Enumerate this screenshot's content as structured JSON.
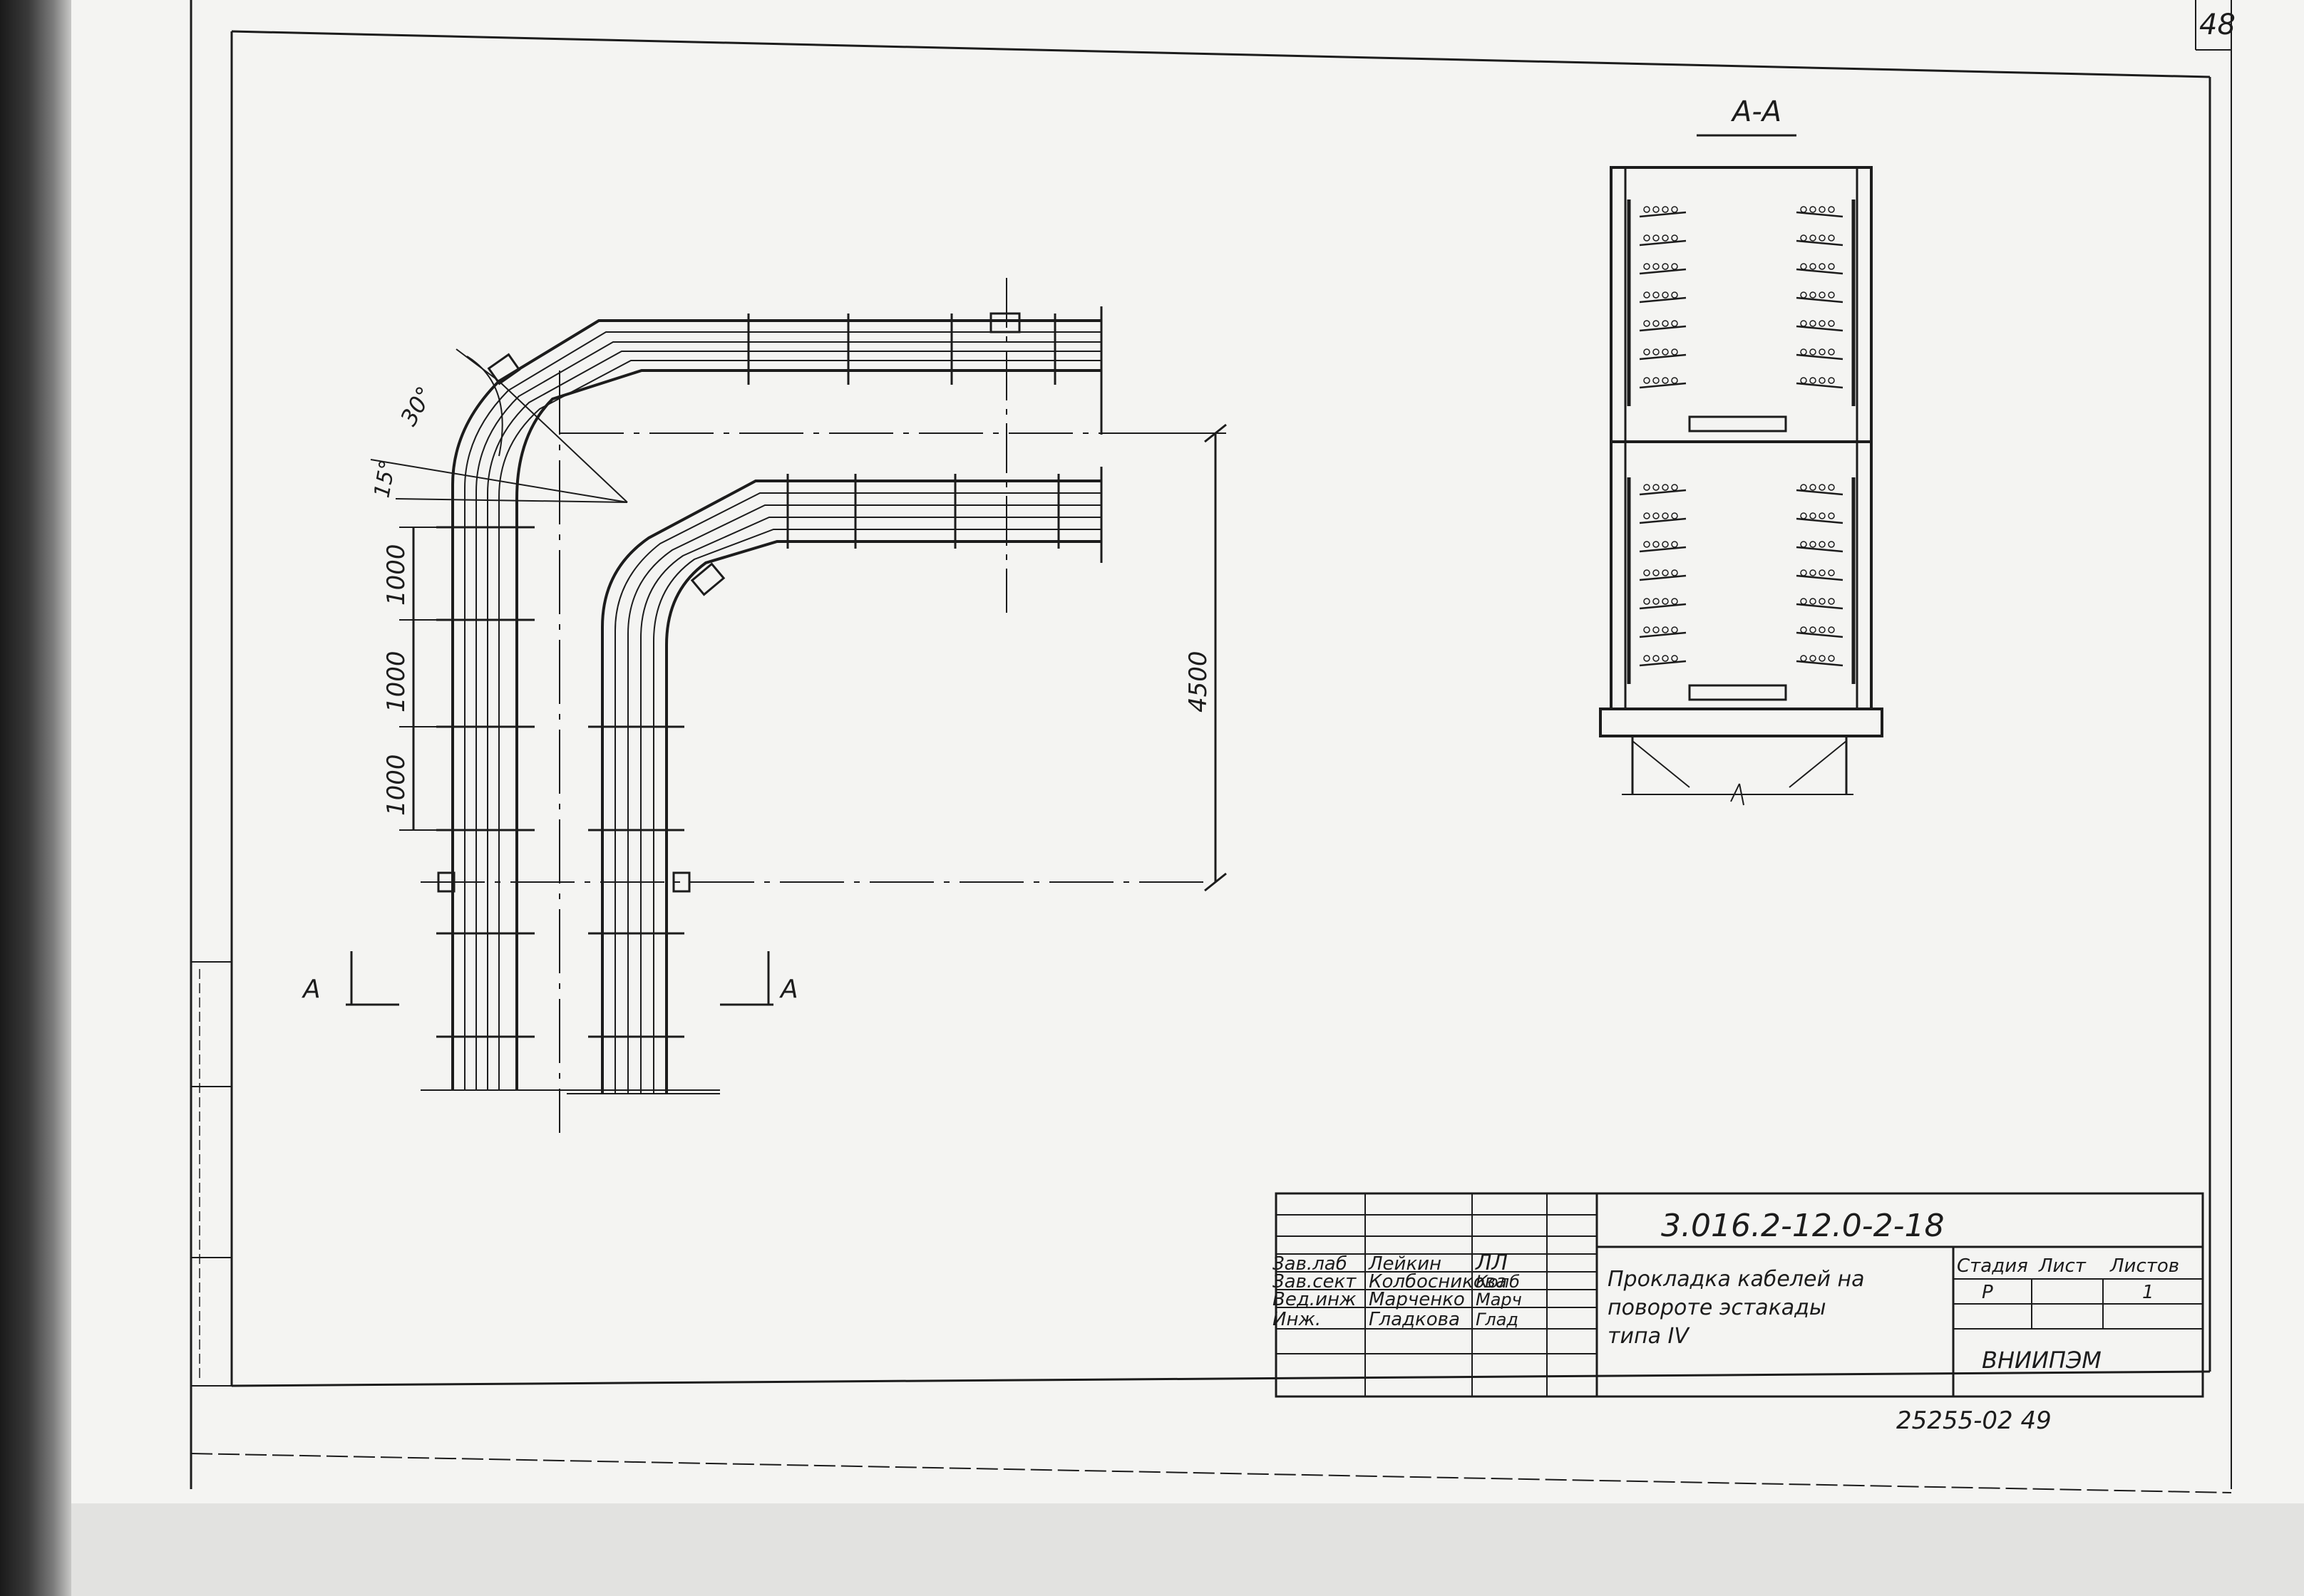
{
  "sheet": {
    "page_number": "48",
    "section_label": "A-A",
    "section_marks": [
      "A",
      "A"
    ],
    "angle_labels": [
      "30°",
      "15°"
    ],
    "spacing_dimensions": [
      "1000",
      "1000",
      "1000"
    ],
    "height_dimension": "4500"
  },
  "title_block": {
    "drawing_code": "3.016.2-12.0-2-18",
    "staff": [
      {
        "role": "Зав.лаб",
        "name": "Лейкин",
        "signature": "ЛЛ"
      },
      {
        "role": "Зав.сект",
        "name": "Колбосникова",
        "signature": "Колб"
      },
      {
        "role": "Вед.инж",
        "name": "Марченко",
        "signature": "Марч"
      },
      {
        "role": "Инж.",
        "name": "Гладкова",
        "signature": "Глад"
      }
    ],
    "title_lines": [
      "Прокладка кабелей на",
      "повороте эстакады",
      "типа IV"
    ],
    "stage_header": "Стадия",
    "sheet_header": "Лист",
    "sheets_header": "Листов",
    "stage_value": "Р",
    "sheets_value": "1",
    "organization": "ВНИИПЭМ",
    "archive_number": "25255-02  49"
  }
}
